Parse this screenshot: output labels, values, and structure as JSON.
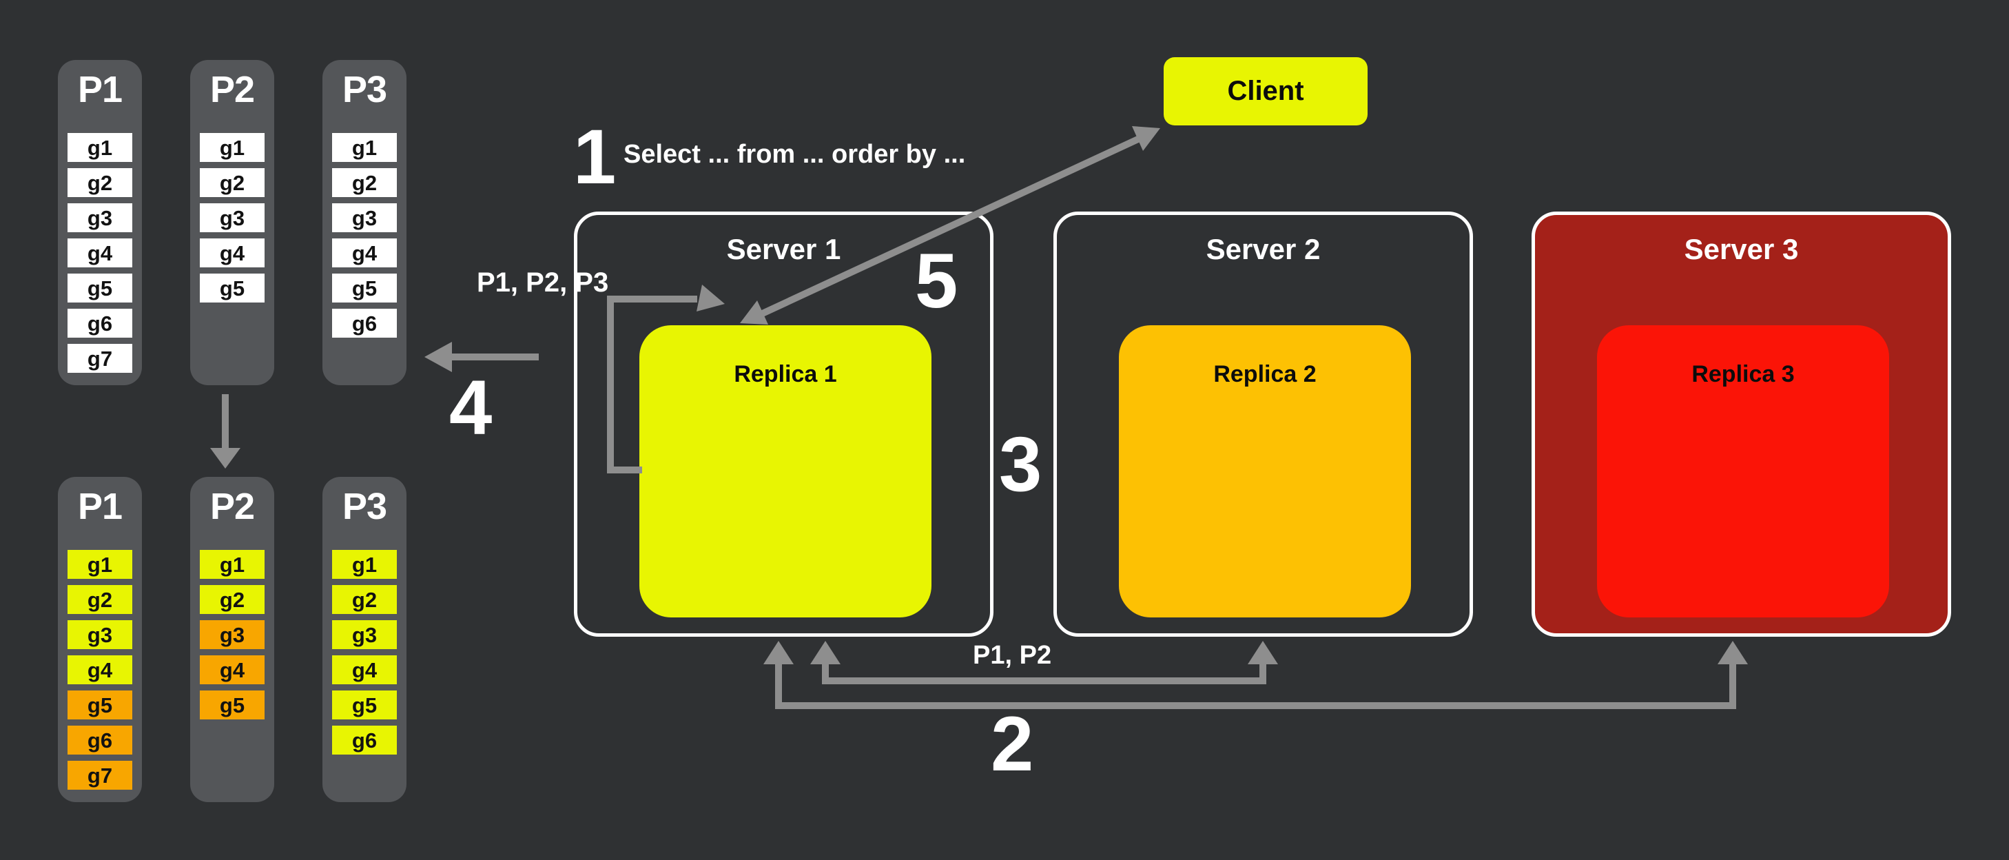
{
  "colors": {
    "background": "#2f3133",
    "panel_gray": "#545659",
    "cell_white": "#ffffff",
    "yellow": "#e8f502",
    "amber": "#fdc103",
    "orange": "#f8a600",
    "red": "#fb1407",
    "dark_red": "#a42119",
    "arrow_gray": "#8e8e8e",
    "text_white": "#ffffff",
    "text_black": "#0c0c0c"
  },
  "client": {
    "label": "Client"
  },
  "servers": [
    {
      "title": "Server 1",
      "replica_label": "Replica 1",
      "replica_color": "yellow",
      "box_fill": "none"
    },
    {
      "title": "Server 2",
      "replica_label": "Replica 2",
      "replica_color": "amber",
      "box_fill": "none"
    },
    {
      "title": "Server 3",
      "replica_label": "Replica 3",
      "replica_color": "red",
      "box_fill": "dark_red"
    }
  ],
  "partitions_before": [
    {
      "label": "P1",
      "items": [
        {
          "label": "g1",
          "color": "cell_white"
        },
        {
          "label": "g2",
          "color": "cell_white"
        },
        {
          "label": "g3",
          "color": "cell_white"
        },
        {
          "label": "g4",
          "color": "cell_white"
        },
        {
          "label": "g5",
          "color": "cell_white"
        },
        {
          "label": "g6",
          "color": "cell_white"
        },
        {
          "label": "g7",
          "color": "cell_white"
        }
      ]
    },
    {
      "label": "P2",
      "items": [
        {
          "label": "g1",
          "color": "cell_white"
        },
        {
          "label": "g2",
          "color": "cell_white"
        },
        {
          "label": "g3",
          "color": "cell_white"
        },
        {
          "label": "g4",
          "color": "cell_white"
        },
        {
          "label": "g5",
          "color": "cell_white"
        }
      ]
    },
    {
      "label": "P3",
      "items": [
        {
          "label": "g1",
          "color": "cell_white"
        },
        {
          "label": "g2",
          "color": "cell_white"
        },
        {
          "label": "g3",
          "color": "cell_white"
        },
        {
          "label": "g4",
          "color": "cell_white"
        },
        {
          "label": "g5",
          "color": "cell_white"
        },
        {
          "label": "g6",
          "color": "cell_white"
        }
      ]
    }
  ],
  "partitions_after": [
    {
      "label": "P1",
      "items": [
        {
          "label": "g1",
          "color": "yellow"
        },
        {
          "label": "g2",
          "color": "yellow"
        },
        {
          "label": "g3",
          "color": "yellow"
        },
        {
          "label": "g4",
          "color": "yellow"
        },
        {
          "label": "g5",
          "color": "orange"
        },
        {
          "label": "g6",
          "color": "orange"
        },
        {
          "label": "g7",
          "color": "orange"
        }
      ]
    },
    {
      "label": "P2",
      "items": [
        {
          "label": "g1",
          "color": "yellow"
        },
        {
          "label": "g2",
          "color": "yellow"
        },
        {
          "label": "g3",
          "color": "orange"
        },
        {
          "label": "g4",
          "color": "orange"
        },
        {
          "label": "g5",
          "color": "orange"
        }
      ]
    },
    {
      "label": "P3",
      "items": [
        {
          "label": "g1",
          "color": "yellow"
        },
        {
          "label": "g2",
          "color": "yellow"
        },
        {
          "label": "g3",
          "color": "yellow"
        },
        {
          "label": "g4",
          "color": "yellow"
        },
        {
          "label": "g5",
          "color": "yellow"
        },
        {
          "label": "g6",
          "color": "yellow"
        }
      ]
    }
  ],
  "annotations": {
    "step1_number": "1",
    "query_text": "Select ... from ... order by ...",
    "partitions_requested": "P1, P2, P3",
    "step2_number": "2",
    "partitions_fetched": "P1, P2",
    "step3_number": "3",
    "step4_number": "4",
    "step5_number": "5"
  }
}
